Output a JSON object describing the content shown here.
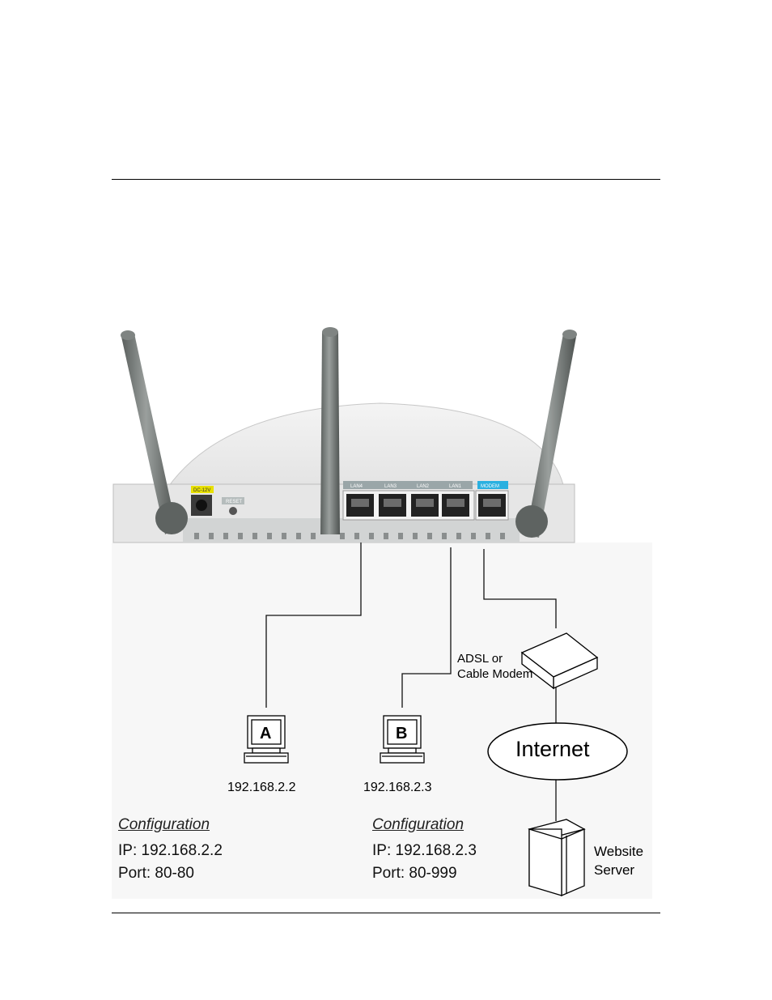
{
  "router": {
    "power_label": "DC-12V",
    "reset_label": "RESET",
    "port_labels": [
      "LAN4",
      "LAN3",
      "LAN2",
      "LAN1",
      "MODEM"
    ],
    "colors": {
      "power_tag": "#e8e000",
      "lan_tag": "#9aa6a8",
      "modem_tag": "#2ab0e0",
      "antenna": "#6f7472"
    }
  },
  "computers": [
    {
      "letter": "A",
      "ip": "192.168.2.2"
    },
    {
      "letter": "B",
      "ip": "192.168.2.3"
    }
  ],
  "modem": {
    "label_line1": "ADSL or",
    "label_line2": "Cable Modem"
  },
  "internet": {
    "label": "Internet"
  },
  "server": {
    "label_line1": "Website",
    "label_line2": "Server"
  },
  "configs": [
    {
      "title": "Configuration",
      "ip_line": "IP: 192.168.2.2",
      "port_line": "Port: 80-80"
    },
    {
      "title": "Configuration",
      "ip_line": "IP: 192.168.2.3",
      "port_line": "Port: 80-999"
    }
  ]
}
